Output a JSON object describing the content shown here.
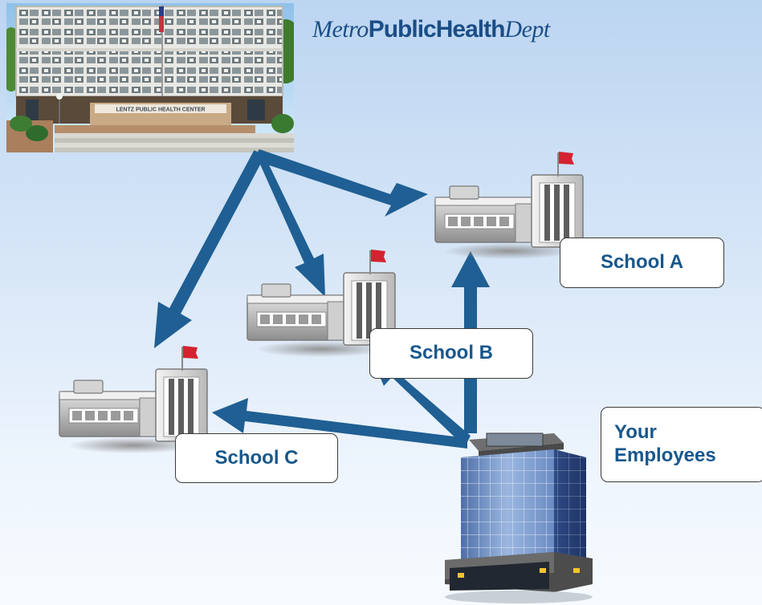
{
  "brand": {
    "metro": "Metro",
    "public_health": "PublicHealth",
    "dept": "Dept"
  },
  "photo": {
    "sign_text": "LENTZ PUBLIC HEALTH CENTER"
  },
  "schools": [
    {
      "label": "School A"
    },
    {
      "label": "School B"
    },
    {
      "label": "School C"
    }
  ],
  "employer": {
    "line1": "Your",
    "line2": "Employees"
  },
  "colors": {
    "arrow": "#1f5f93",
    "label_text": "#17578c",
    "brand": "#1b4e87",
    "flag": "#d42230"
  }
}
